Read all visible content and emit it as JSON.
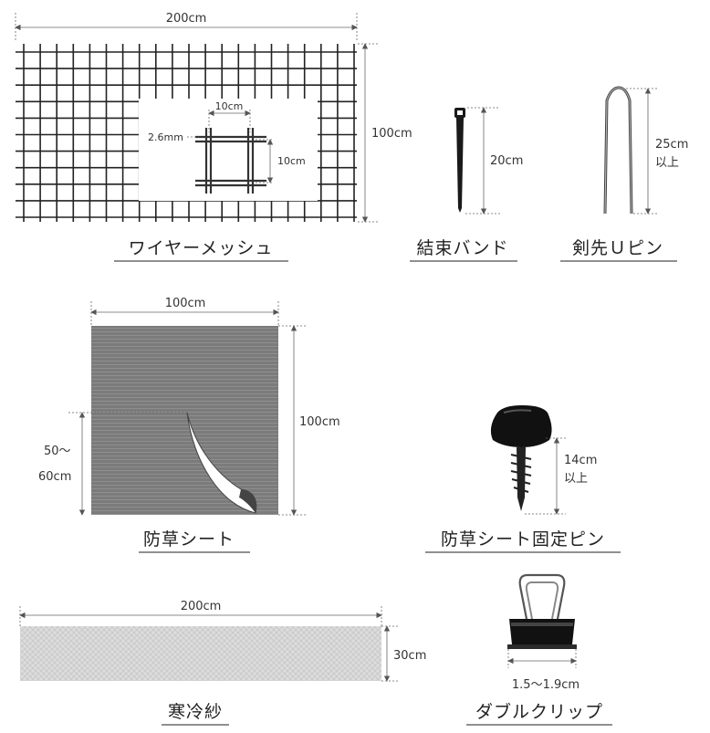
{
  "wire_mesh": {
    "caption": "ワイヤーメッシュ",
    "width_label": "200cm",
    "height_label": "100cm",
    "cell_w_label": "10cm",
    "cell_h_label": "10cm",
    "wire_label": "2.6mm"
  },
  "cable_tie": {
    "caption": "結束バンド",
    "length_label": "20cm"
  },
  "u_pin": {
    "caption": "剣先Ｕピン",
    "length_label_1": "25cm",
    "length_label_2": "以上"
  },
  "weed_sheet": {
    "caption": "防草シート",
    "width_label": "100cm",
    "height_label": "100cm",
    "overlap_label_1": "50～",
    "overlap_label_2": "60cm"
  },
  "sheet_pin": {
    "caption": "防草シート固定ピン",
    "length_label_1": "14cm",
    "length_label_2": "以上"
  },
  "cold_gauze": {
    "caption": "寒冷紗",
    "width_label": "200cm",
    "height_label": "30cm"
  },
  "double_clip": {
    "caption": "ダブルクリップ",
    "width_label": "1.5～1.9cm"
  },
  "colors": {
    "line": "#222222",
    "dim": "#666666",
    "sheet": "#7a7a7a",
    "gauze": "#d9d9d9"
  }
}
